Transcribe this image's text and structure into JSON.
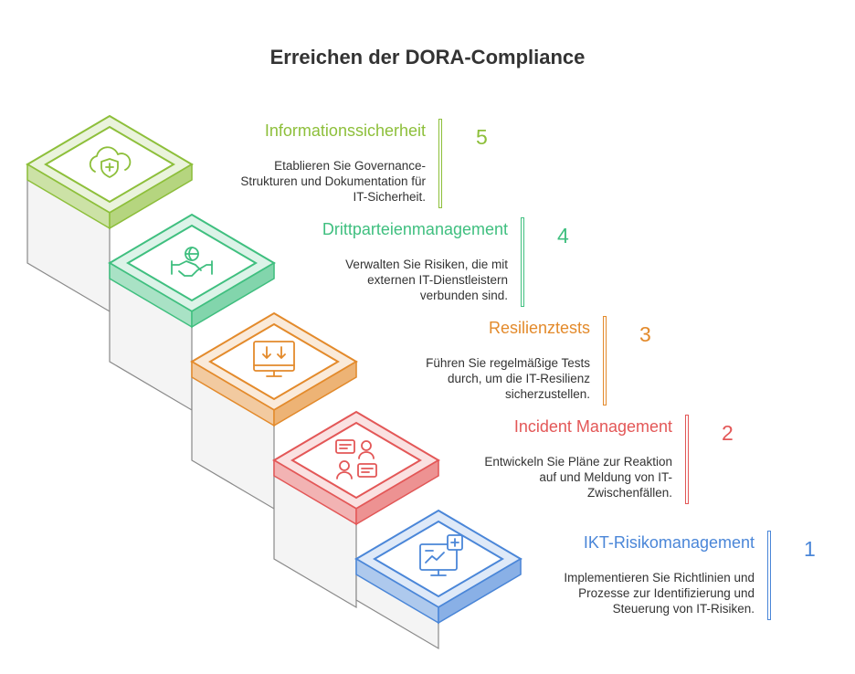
{
  "title": "Erreichen der DORA-Compliance",
  "steps": [
    {
      "number": "5",
      "title": "Informationssicherheit",
      "desc": "Etablieren Sie Governance-\nStrukturen und Dokumentation für\nIT-Sicherheit.",
      "color": "#8dbf3a",
      "icon": "cloud-shield-icon"
    },
    {
      "number": "4",
      "title": "Drittparteienmanagement",
      "desc": "Verwalten Sie Risiken, die mit\nexternen IT-Dienstleistern\nverbunden sind.",
      "color": "#3fbf7f",
      "icon": "handshake-globe-icon"
    },
    {
      "number": "3",
      "title": "Resilienztests",
      "desc": "Führen Sie regelmäßige Tests\ndurch, um die IT-Resilienz\nsicherzustellen.",
      "color": "#e38a2b",
      "icon": "monitor-download-icon"
    },
    {
      "number": "2",
      "title": "Incident Management",
      "desc": "Entwickeln Sie Pläne zur Reaktion\nauf und Meldung von IT-\nZwischenfällen.",
      "color": "#e35757",
      "icon": "people-chat-icon"
    },
    {
      "number": "1",
      "title": "IKT-Risikomanagement",
      "desc": "Implementieren Sie Richtlinien und\nProzesse zur Identifizierung und\nSteuerung von IT-Risiken.",
      "color": "#4a86d8",
      "icon": "monitor-chart-plus-icon"
    }
  ]
}
